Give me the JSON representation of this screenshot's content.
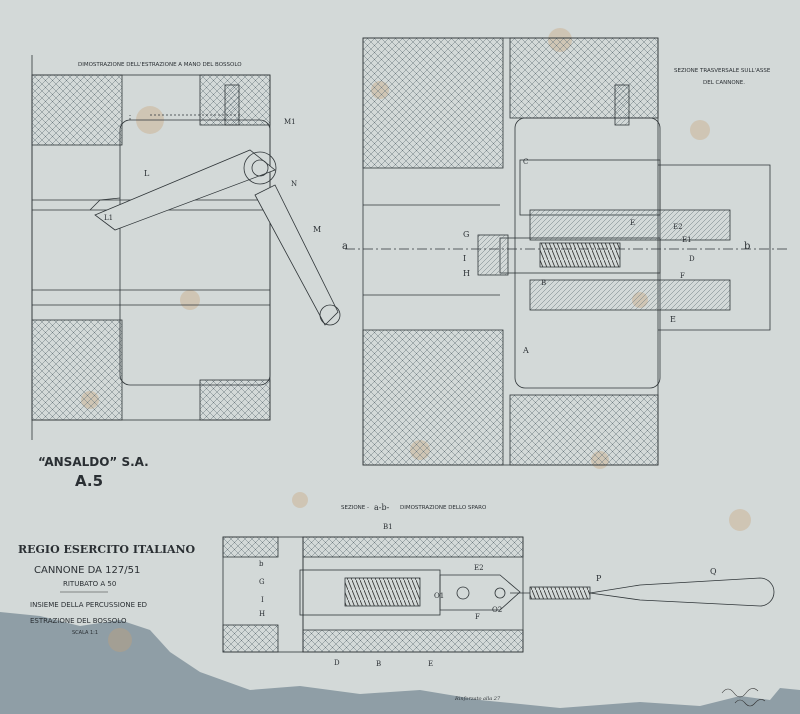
{
  "header": {
    "view_left_title": "DIMOSTRAZIONE DELL'ESTRAZIONE A MANO DEL BOSSOLO",
    "view_right_title_line1": "SEZIONE TRASVERSALE SULL'ASSE",
    "view_right_title_line2": "DEL CANNONE."
  },
  "section_title": {
    "prefix": "SEZIONE -",
    "ab": "a-b-",
    "suffix": "DIMOSTRAZIONE DELLO SPARO"
  },
  "title_block": {
    "company": "“ANSALDO” S.A.",
    "sheet_code": "A.5",
    "army": "REGIO ESERCITO ITALIANO",
    "gun": "CANNONE DA 127/51",
    "modification": "RITUBATO A 50",
    "subject_line1": "INSIEME DELLA PERCUSSIONE ED",
    "subject_line2": "ESTRAZIONE DEL BOSSOLO",
    "scale": "SCALA 1:1"
  },
  "section_markers": {
    "a": "a",
    "b": "b"
  },
  "labels_left_view": {
    "L": "L",
    "L1": "L1",
    "M": "M",
    "M1": "M1",
    "N": "N"
  },
  "labels_right_view": {
    "C": "C",
    "G": "G",
    "I": "I",
    "H": "H",
    "B": "B",
    "A": "A",
    "E": "E",
    "E2": "E2",
    "E1": "E1",
    "D": "D",
    "F": "F",
    "E_lower": "E"
  },
  "labels_bottom_view": {
    "B1": "B1",
    "b": "b",
    "G": "G",
    "I": "I",
    "H": "H",
    "E2": "E2",
    "O1": "O1",
    "O2": "O2",
    "F": "F",
    "P": "P",
    "Q": "Q",
    "D": "D",
    "B": "B",
    "E": "E"
  },
  "signatures": {
    "left": "Rinforzato alla 27",
    "right": "signature"
  }
}
